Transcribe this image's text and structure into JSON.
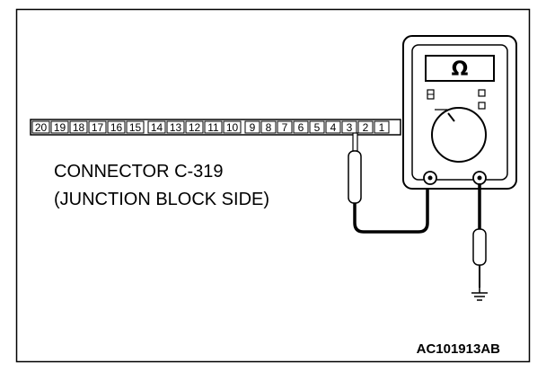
{
  "connector": {
    "pins": [
      "20",
      "19",
      "18",
      "17",
      "16",
      "15",
      "14",
      "13",
      "12",
      "11",
      "10",
      "9",
      "8",
      "7",
      "6",
      "5",
      "4",
      "3",
      "2",
      "1"
    ],
    "probed_pin": "3"
  },
  "label": {
    "line1": "CONNECTOR C-319",
    "line2": "(JUNCTION BLOCK SIDE)"
  },
  "meter": {
    "symbol": "Ω",
    "mode": "resistance"
  },
  "figure_code": "AC101913AB"
}
